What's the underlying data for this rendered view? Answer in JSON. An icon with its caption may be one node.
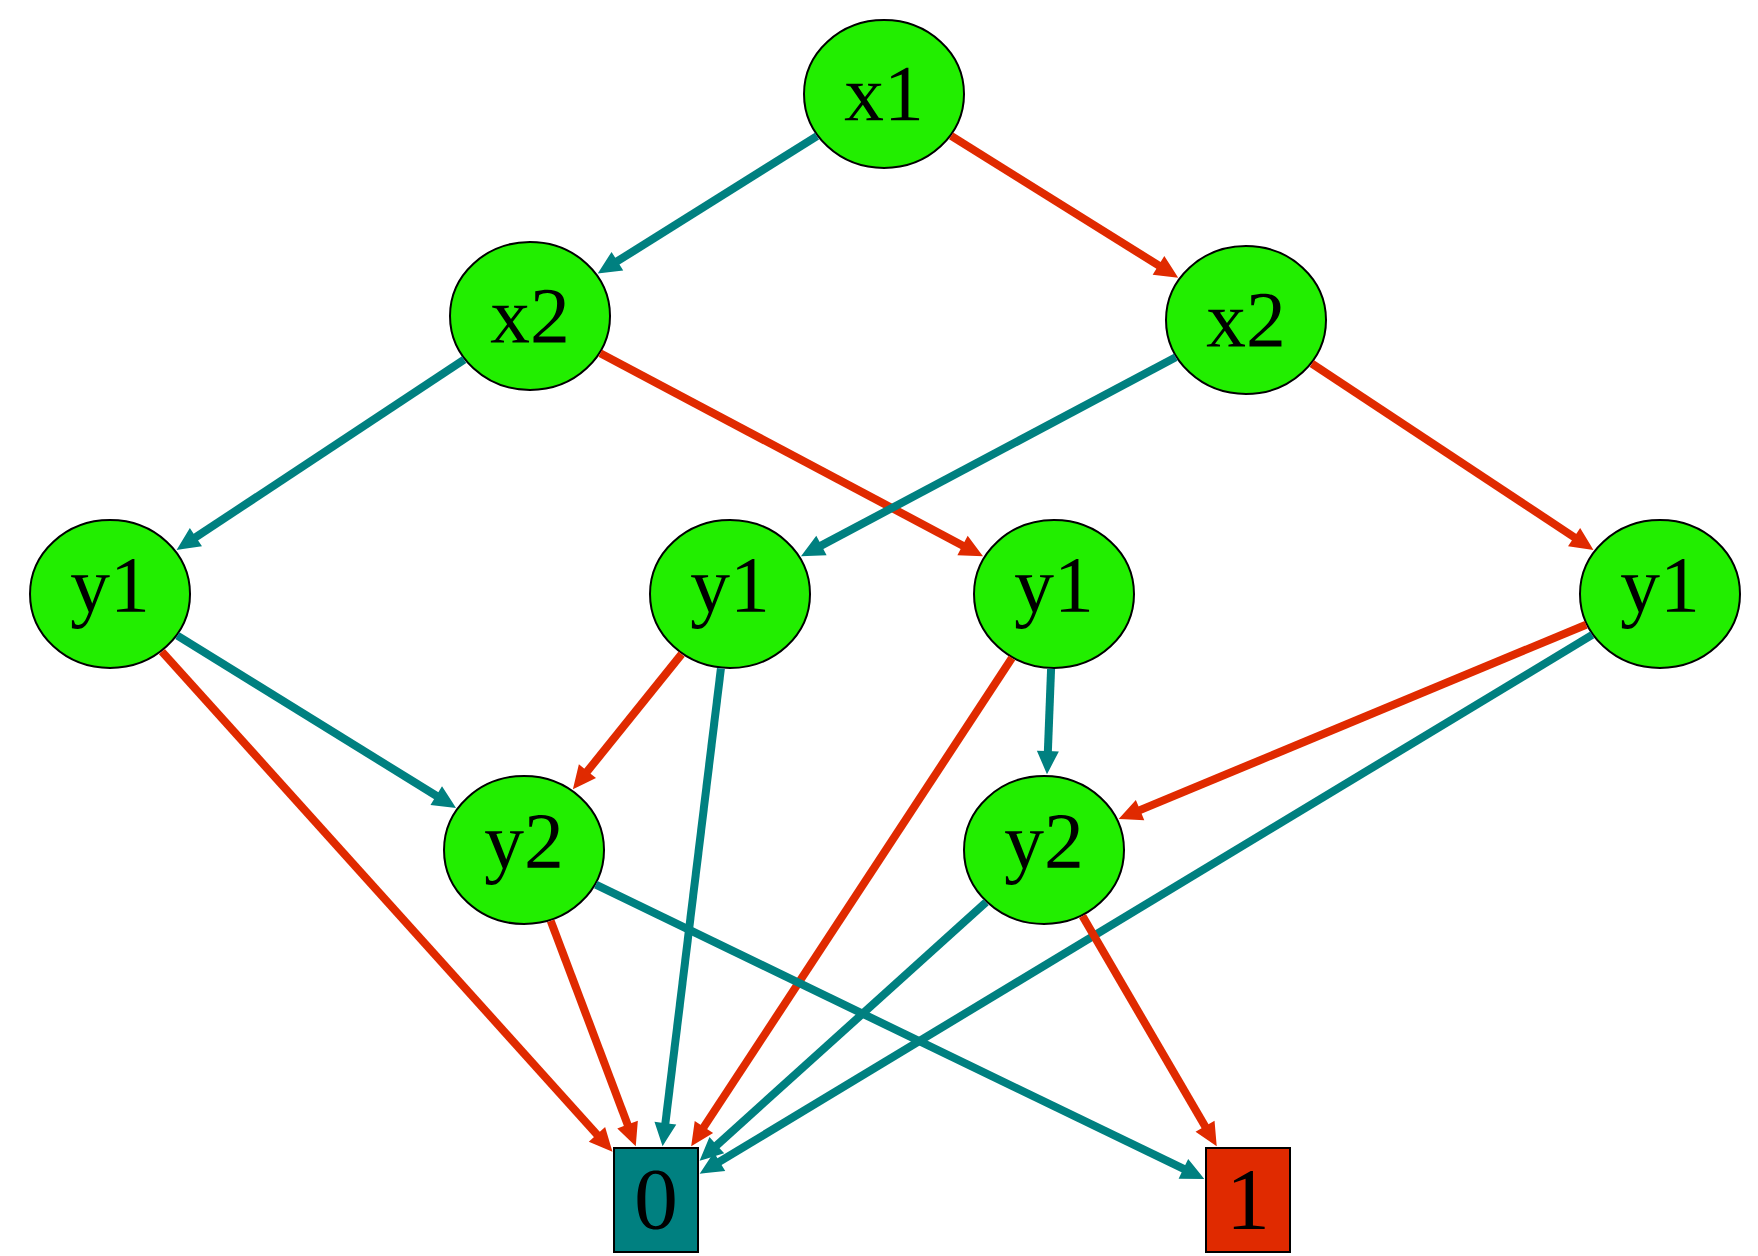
{
  "diagram": {
    "nodes": [
      {
        "text": [
          "x1"
        ]
      },
      {
        "text": [
          "x2"
        ]
      },
      {
        "text": [
          "x2"
        ]
      },
      {
        "text": [
          "y1"
        ]
      },
      {
        "text": [
          "y1"
        ]
      },
      {
        "text": [
          "y1"
        ]
      },
      {
        "text": [
          "y1"
        ]
      },
      {
        "text": [
          "y2"
        ]
      },
      {
        "text": [
          "y2"
        ]
      },
      {
        "text": [
          "0"
        ]
      },
      {
        "text": [
          "1"
        ]
      }
    ],
    "edges": [
      {
        "from": 0,
        "to": 1,
        "arrow": "to",
        "color": "#008080"
      },
      {
        "from": 0,
        "to": 2,
        "arrow": "to",
        "color": "#e02a00"
      },
      {
        "from": 1,
        "to": 3,
        "arrow": "to",
        "color": "#008080"
      },
      {
        "from": 1,
        "to": 5,
        "arrow": "to",
        "color": "#e02a00"
      },
      {
        "from": 2,
        "to": 4,
        "arrow": "to",
        "color": "#008080"
      },
      {
        "from": 2,
        "to": 6,
        "arrow": "to",
        "color": "#e02a00"
      },
      {
        "from": 3,
        "to": 7,
        "arrow": "to",
        "color": "#008080"
      },
      {
        "from": 3,
        "to": 9,
        "arrow": "to",
        "color": "#e02a00"
      },
      {
        "from": 4,
        "to": 7,
        "arrow": "to",
        "color": "#e02a00"
      },
      {
        "from": 4,
        "to": 9,
        "arrow": "to",
        "color": "#008080"
      },
      {
        "from": 5,
        "to": 8,
        "arrow": "to",
        "color": "#008080"
      },
      {
        "from": 5,
        "to": 9,
        "arrow": "to",
        "color": "#e02a00"
      },
      {
        "from": 6,
        "to": 8,
        "arrow": "to",
        "color": "#e02a00"
      },
      {
        "from": 6,
        "to": 9,
        "arrow": "to",
        "color": "#008080"
      },
      {
        "from": 7,
        "to": 10,
        "arrow": "to",
        "color": "#008080"
      },
      {
        "from": 7,
        "to": 9,
        "arrow": "to",
        "color": "#e02a00"
      },
      {
        "from": 8,
        "to": 9,
        "arrow": "to",
        "color": "#008080"
      },
      {
        "from": 8,
        "to": 10,
        "arrow": "to",
        "color": "#e02a00"
      }
    ]
  }
}
